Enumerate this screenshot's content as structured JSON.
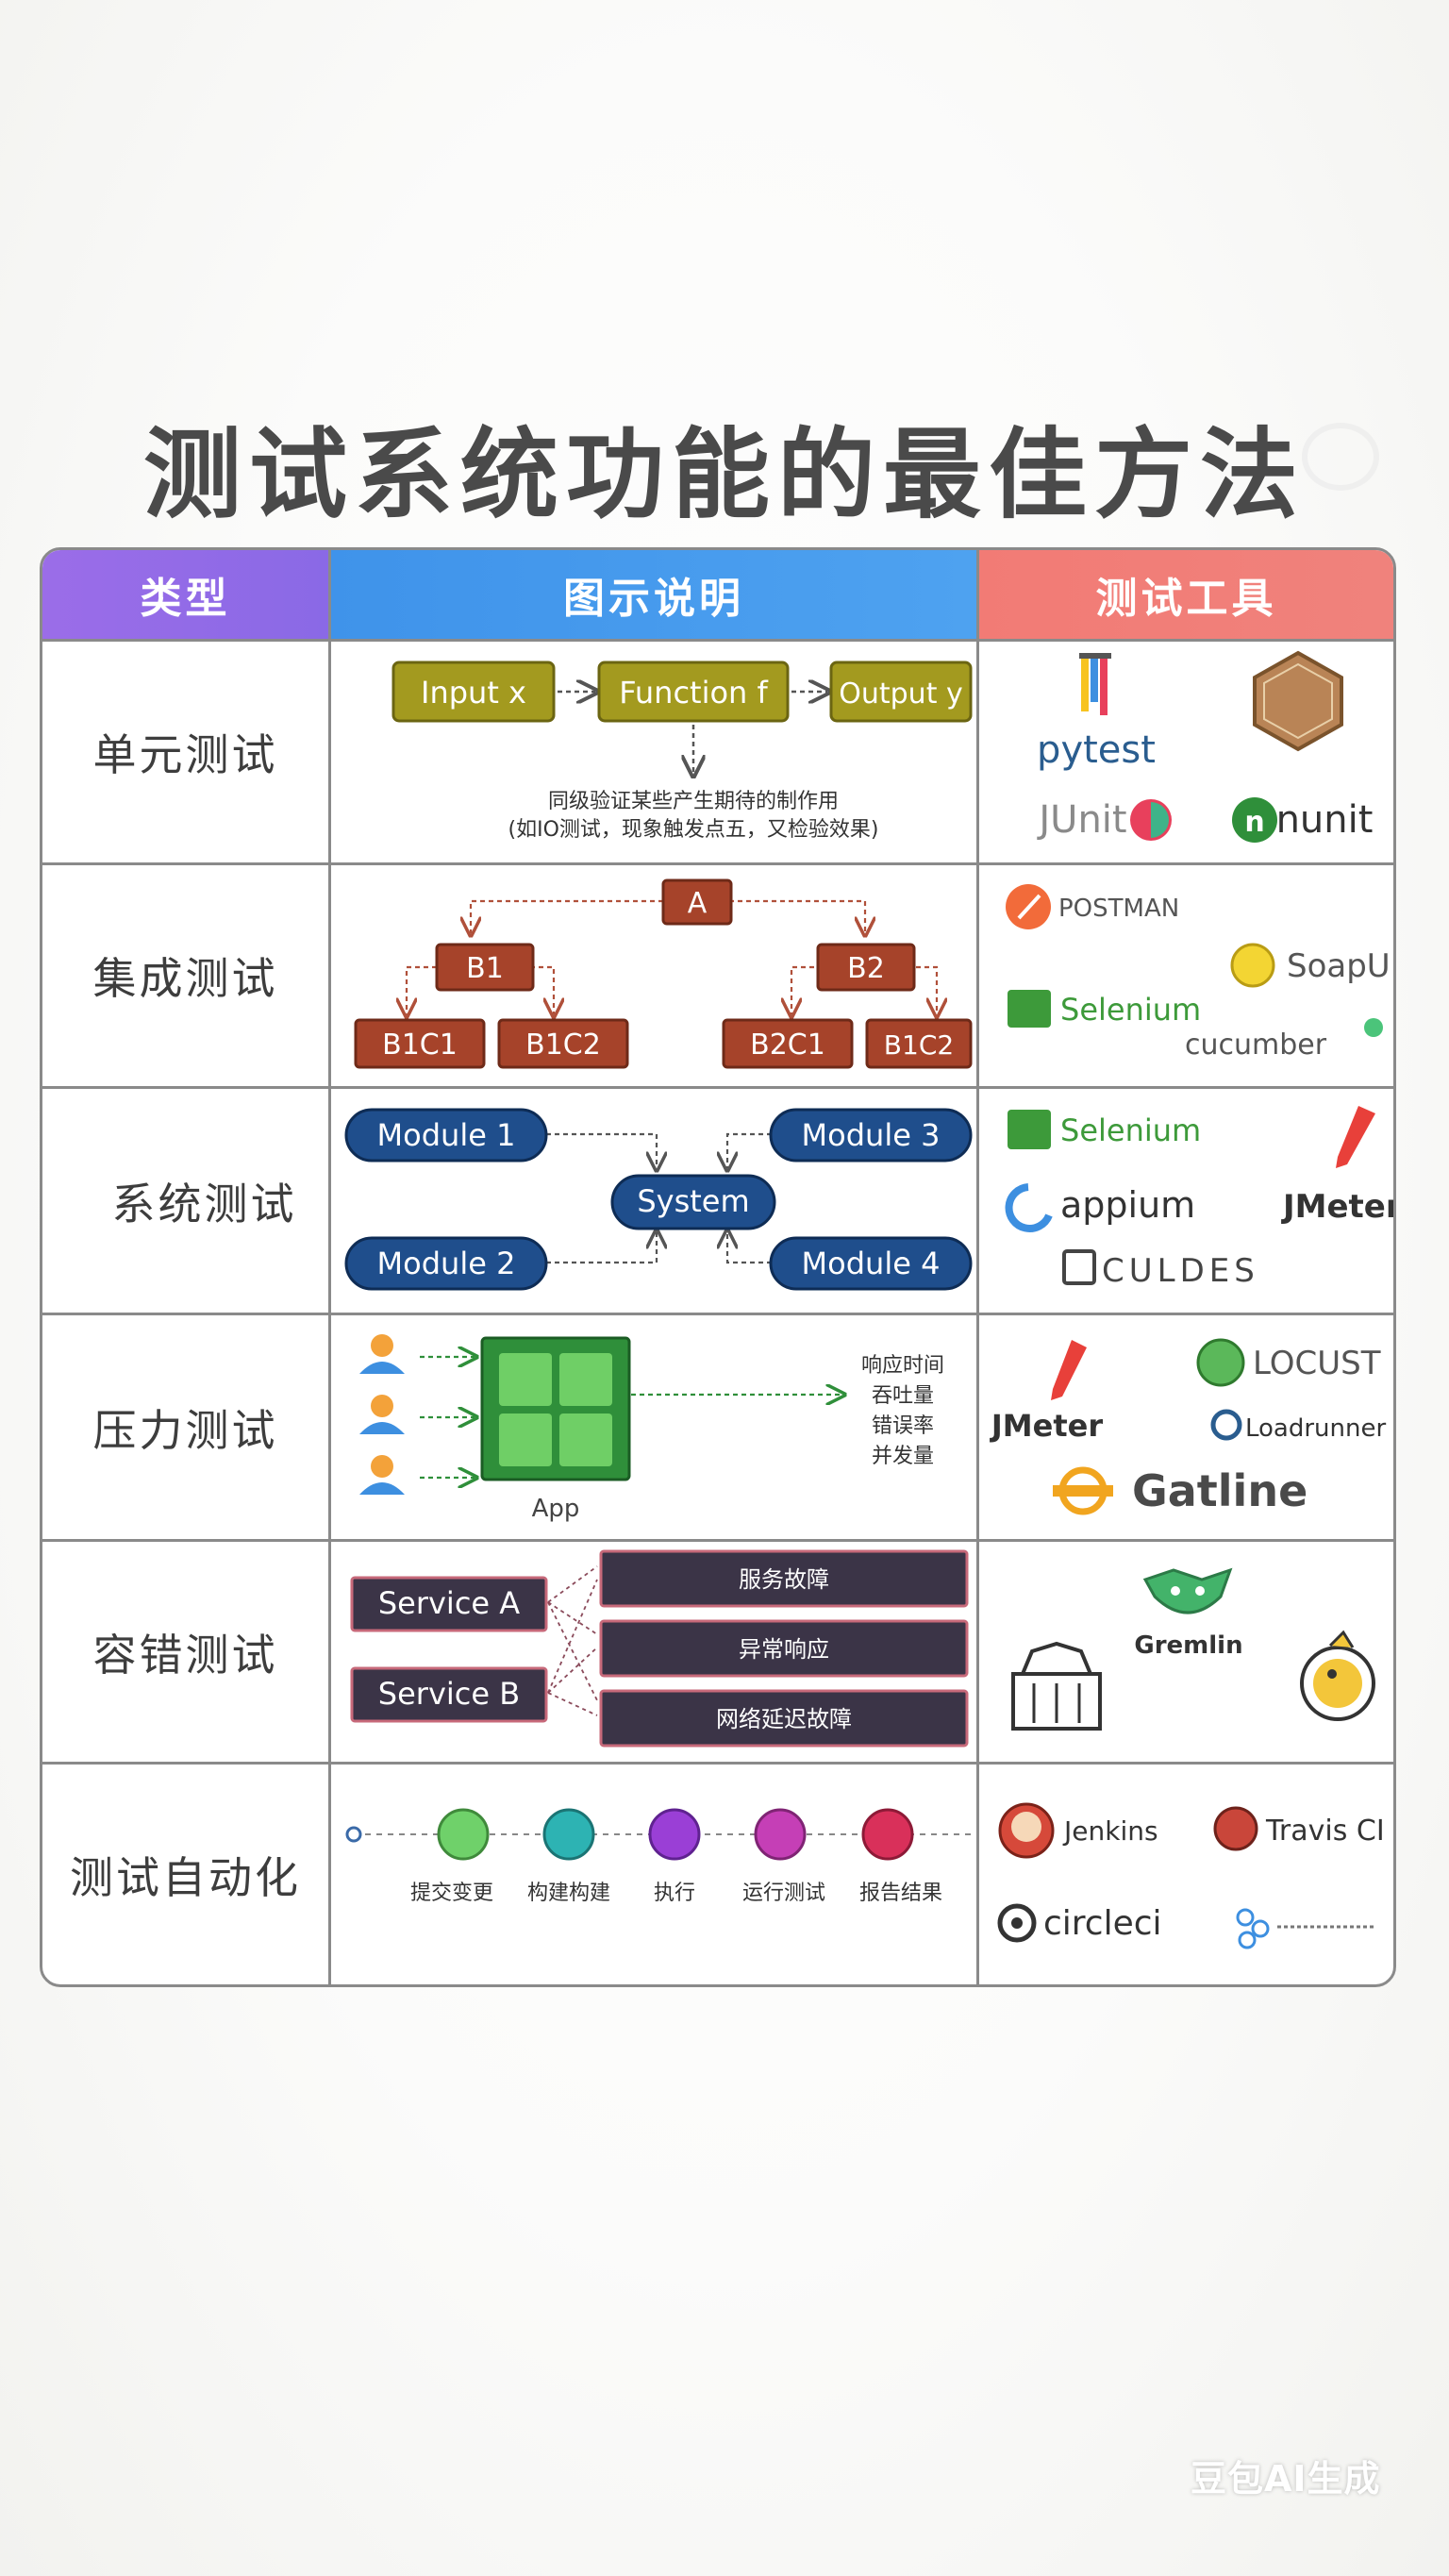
{
  "title": "测试系统功能的最佳方法",
  "headers": {
    "type": "类型",
    "diagram": "图示说明",
    "tools": "测试工具"
  },
  "rows": [
    {
      "type": "单元测试",
      "diagram": {
        "flow": [
          "Input x",
          "Function f",
          "Output y"
        ],
        "caption1": "同级验证某些产生期待的制作用",
        "caption2": "(如IO测试，现象触发点五，又检验效果)"
      },
      "tools": [
        "pytest",
        "nose-badge",
        "JUnit",
        "nunit"
      ]
    },
    {
      "type": "集成测试",
      "diagram": {
        "root": "A",
        "mid": [
          "B1",
          "B2"
        ],
        "leaves": [
          "B1C1",
          "B1C2",
          "B2C1",
          "B1C2"
        ]
      },
      "tools": [
        "POSTMAN",
        "SoapUI",
        "Selenium",
        "cucumber"
      ]
    },
    {
      "type": "系统测试",
      "diagram": {
        "modules": [
          "Module 1",
          "Module 2",
          "Module 3",
          "Module 4"
        ],
        "center": "System"
      },
      "tools": [
        "Selenium",
        "appium",
        "JMeter",
        "CULDES"
      ]
    },
    {
      "type": "压力测试",
      "diagram": {
        "app": "App",
        "metrics": [
          "响应时间",
          "吞吐量",
          "错误率",
          "并发量"
        ]
      },
      "tools": [
        "LOCUST",
        "JMeter",
        "Loadrunner",
        "Gatline"
      ]
    },
    {
      "type": "容错测试",
      "diagram": {
        "services": [
          "Service A",
          "Service B"
        ],
        "faults": [
          "服务故障",
          "异常响应",
          "网络延迟故障"
        ]
      },
      "tools": [
        "Gremlin",
        "chaos-monkey",
        "chaos-box"
      ]
    },
    {
      "type": "测试自动化",
      "diagram": {
        "steps": [
          "提交变更",
          "构建构建",
          "执行",
          "运行测试",
          "报告结果"
        ]
      },
      "tools": [
        "Jenkins",
        "Travis CI",
        "circleci",
        "tool-logo"
      ]
    }
  ],
  "watermark": "豆包AI生成",
  "colors": {
    "olive": "#a39a1f",
    "rust": "#a6432a",
    "navy": "#1f4e8c",
    "appgreen": "#2f8f3a",
    "slate": "#3b3447"
  },
  "pipeline_colors": [
    "#6fd16a",
    "#2db3b3",
    "#9a3fd6",
    "#c53fb6",
    "#d9305a"
  ]
}
